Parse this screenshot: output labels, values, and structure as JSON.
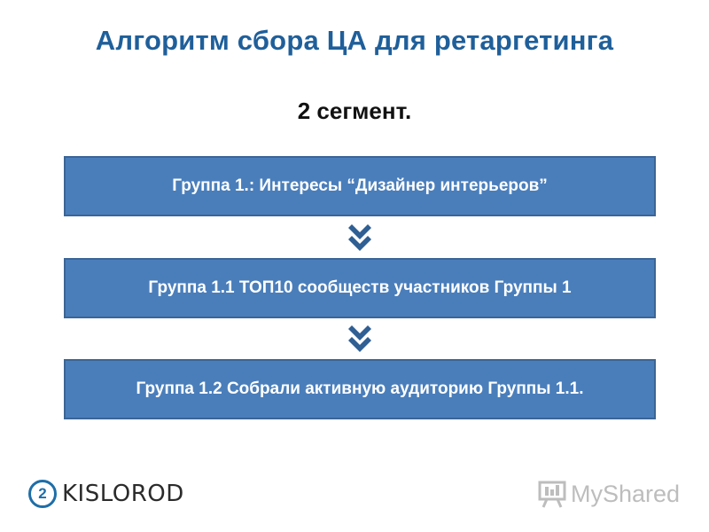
{
  "title": "Алгоритм сбора ЦА для ретаргетинга",
  "subtitle": "2 сегмент.",
  "steps": [
    {
      "label": "Группа 1.: Интересы “Дизайнер интерьеров”"
    },
    {
      "label": "Группа 1.1 ТОП10 сообществ участников Группы 1"
    },
    {
      "label": "Группа 1.2 Собрали активную аудиторию Группы 1.1."
    }
  ],
  "logos": {
    "left_mark": "2",
    "left_text": "KISLOROD",
    "right_text": "MyShared"
  },
  "colors": {
    "title": "#1f5f9a",
    "box_fill": "#4a7ebb",
    "box_border": "#3b6595",
    "arrow": "#2f5f93",
    "logo_blue": "#1e6ea8",
    "watermark": "#bdbdbd"
  },
  "icons": {
    "arrows": "arrow-down-icon",
    "watermark": "presentation-board-icon"
  }
}
